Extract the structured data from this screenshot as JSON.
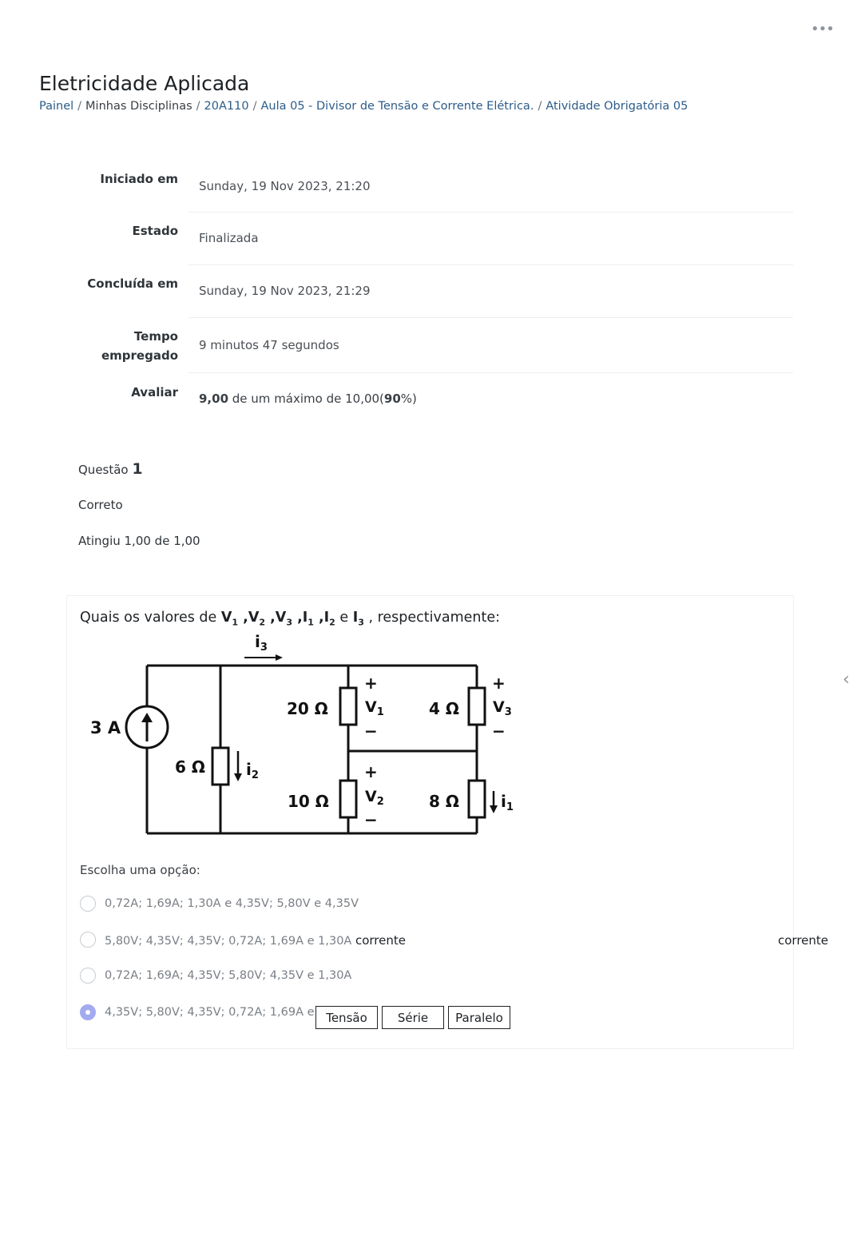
{
  "header": {
    "menu_icon": "ellipsis-icon",
    "menu_glyph": "•••",
    "title": "Eletricidade Aplicada"
  },
  "breadcrumb": [
    {
      "label": "Painel"
    },
    {
      "label": "Minhas Disciplinas"
    },
    {
      "label": "20A110"
    },
    {
      "label": "Aula 05 - Divisor de Tensão e Corrente Elétrica."
    },
    {
      "label": "Atividade Obrigatória 05"
    }
  ],
  "breadcrumb_sep": "/",
  "summary": {
    "started_label": "Iniciado em",
    "started_value": "Sunday, 19 Nov 2023, 21:20",
    "state_label": "Estado",
    "state_value": "Finalizada",
    "completed_label": "Concluída em",
    "completed_value": "Sunday, 19 Nov 2023, 21:29",
    "time_label_1": "Tempo",
    "time_label_2": "empregado",
    "time_value": "9 minutos 47 segundos",
    "grade_label": "Avaliar",
    "grade_score": "9,00",
    "grade_mid": " de um máximo de 10,00(",
    "grade_pct": "90",
    "grade_end": "%)"
  },
  "question": {
    "label": "Questão",
    "number": "1",
    "status": "Correto",
    "mark": "Atingiu 1,00 de 1,00",
    "text_prefix": "Quais os valores de ",
    "vars": [
      {
        "base": "V",
        "sub": "1",
        "sep": " ,"
      },
      {
        "base": "V",
        "sub": "2",
        "sep": " ,"
      },
      {
        "base": "V",
        "sub": "3",
        "sep": " ,"
      },
      {
        "base": "I",
        "sub": "1",
        "sep": " ,"
      },
      {
        "base": "I",
        "sub": "2",
        "sep": " e "
      },
      {
        "base": "I",
        "sub": "3",
        "sep": ""
      }
    ],
    "text_suffix": " , respectivamente:",
    "prompt": "Escolha uma opção:",
    "options": [
      {
        "label": "0,72A; 1,69A; 1,30A e 4,35V; 5,80V e 4,35V",
        "checked": false
      },
      {
        "label": "5,80V; 4,35V; 4,35V; 0,72A; 1,69A e 1,30A",
        "checked": false
      },
      {
        "label": "0,72A; 1,69A; 4,35V; 5,80V; 4,35V e 1,30A",
        "checked": false
      },
      {
        "label": "4,35V; 5,80V; 4,35V; 0,72A; 1,69A e 1,30A",
        "checked": true
      }
    ],
    "overlay_word": "corrente",
    "overlay_word_right": "corrente",
    "drag_items": [
      "Tensão",
      "Série",
      "Paralelo"
    ]
  },
  "circuit": {
    "source_value": "3 A",
    "r6": "6 Ω",
    "r20": "20 Ω",
    "r10": "10 Ω",
    "r4": "4 Ω",
    "r8": "8 Ω",
    "plus": "+",
    "minus": "−",
    "v1": "V",
    "v1_sub": "1",
    "v2": "V",
    "v2_sub": "2",
    "v3": "V",
    "v3_sub": "3",
    "i1": "i",
    "i1_sub": "1",
    "i2": "i",
    "i2_sub": "2",
    "i3": "i",
    "i3_sub": "3"
  },
  "nav": {
    "prev_icon": "chevron-left-icon",
    "prev_glyph": "‹"
  }
}
